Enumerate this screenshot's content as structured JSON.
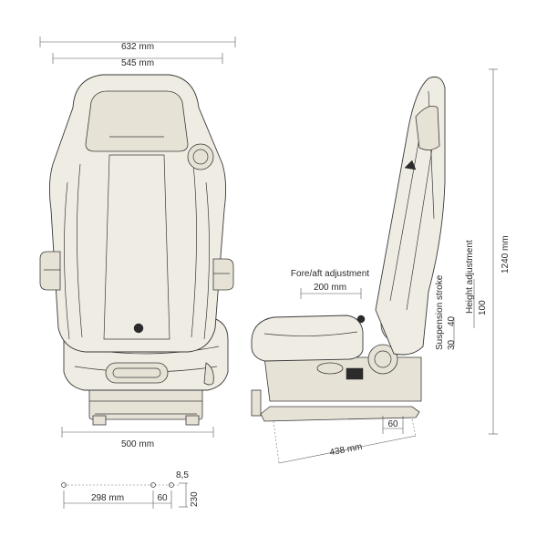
{
  "dimensions": {
    "overall_width": "632 mm",
    "back_width": "545 mm",
    "base_width": "500 mm",
    "fore_aft_label": "Fore/aft adjustment",
    "fore_aft_value": "200 mm",
    "suspension_label": "Suspension stroke",
    "height_label": "Height adjustment",
    "overall_height": "1240 mm",
    "suspension_a": "30",
    "suspension_b": "40",
    "height_value": "100",
    "rail_length": "438 mm",
    "rail_offset": "60",
    "mount_spacing": "298 mm",
    "mount_offset": "60",
    "mount_small": "8,5",
    "mount_height": "230"
  }
}
